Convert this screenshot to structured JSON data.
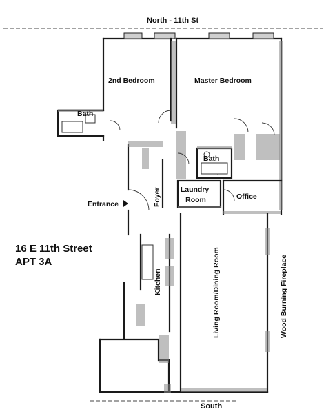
{
  "streets": {
    "north": "North - 11th St",
    "south": "South"
  },
  "address": {
    "line1": "16 E 11th Street",
    "line2": "APT 3A"
  },
  "rooms": {
    "second_bedroom": "2nd Bedroom",
    "master_bedroom": "Master Bedroom",
    "bath_left": "Bath",
    "bath_center": "Bath",
    "laundry_line1": "Laundry",
    "laundry_line2": "Room",
    "office": "Office",
    "foyer": "Foyer",
    "entrance": "Entrance",
    "kitchen": "Kitchen",
    "living_dining": "Living Room/Dining Room",
    "fireplace": "Wood Burning Fireplace"
  },
  "icons": {
    "entrance_arrow": "triangle-right-icon"
  }
}
